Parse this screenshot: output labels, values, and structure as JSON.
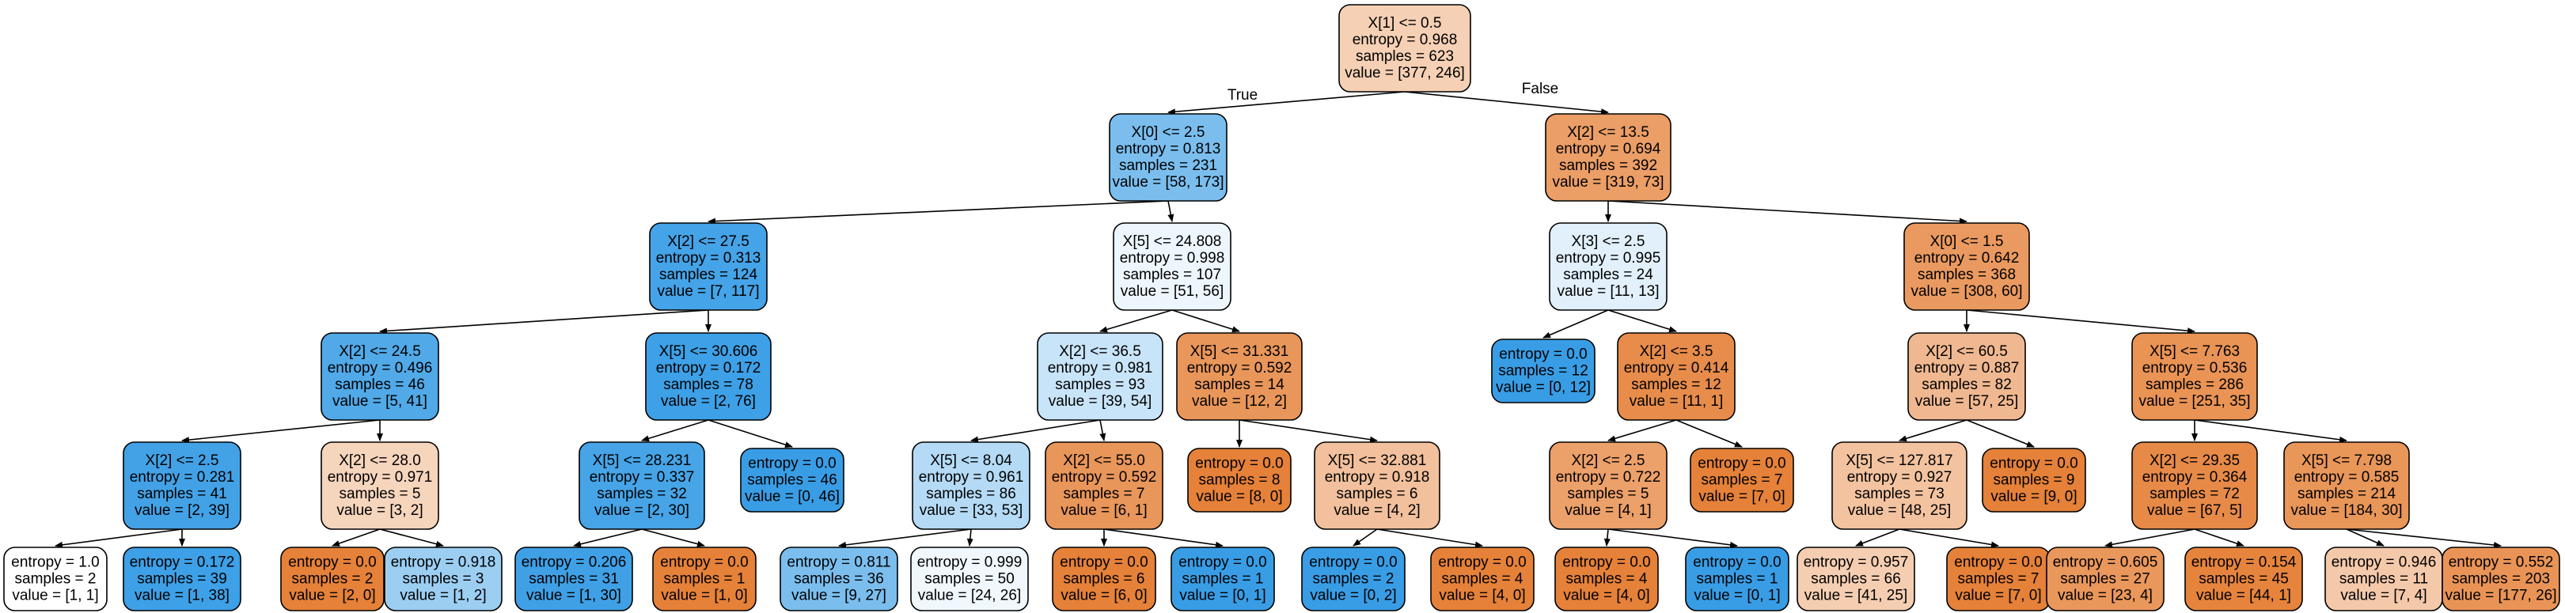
{
  "colors": {
    "class0_dark": "#e58139",
    "class1_dark": "#399de5",
    "neutral": "#ffffff",
    "border": "#000000"
  },
  "branch_labels": {
    "true": "True",
    "false": "False"
  },
  "nodes": [
    {
      "id": 0,
      "lines": [
        "X[1] <= 0.5",
        "entropy = 0.968",
        "samples = 623",
        "value = [377, 246]"
      ],
      "fill": "#f5d0b4"
    },
    {
      "id": 1,
      "lines": [
        "X[0] <= 2.5",
        "entropy = 0.813",
        "samples = 231",
        "value = [58, 173]"
      ],
      "fill": "#7bbeee"
    },
    {
      "id": 2,
      "lines": [
        "X[2] <= 13.5",
        "entropy = 0.694",
        "samples = 392",
        "value = [319, 73]"
      ],
      "fill": "#eb9e66"
    },
    {
      "id": 3,
      "lines": [
        "X[2] <= 27.5",
        "entropy = 0.313",
        "samples = 124",
        "value = [7, 117]"
      ],
      "fill": "#45a3e7"
    },
    {
      "id": 4,
      "lines": [
        "X[5] <= 24.808",
        "entropy = 0.998",
        "samples = 107",
        "value = [51, 56]"
      ],
      "fill": "#edf6fd"
    },
    {
      "id": 5,
      "lines": [
        "X[3] <= 2.5",
        "entropy = 0.995",
        "samples = 24",
        "value = [11, 13]"
      ],
      "fill": "#e1f0fb"
    },
    {
      "id": 6,
      "lines": [
        "X[0] <= 1.5",
        "entropy = 0.642",
        "samples = 368",
        "value = [308, 60]"
      ],
      "fill": "#ea9a60"
    },
    {
      "id": 7,
      "lines": [
        "X[2] <= 24.5",
        "entropy = 0.496",
        "samples = 46",
        "value = [5, 41]"
      ],
      "fill": "#51a9e8"
    },
    {
      "id": 8,
      "lines": [
        "X[5] <= 30.606",
        "entropy = 0.172",
        "samples = 78",
        "value = [2, 76]"
      ],
      "fill": "#3ea0e6"
    },
    {
      "id": 9,
      "lines": [
        "X[2] <= 36.5",
        "entropy = 0.981",
        "samples = 93",
        "value = [39, 54]"
      ],
      "fill": "#c8e4f8"
    },
    {
      "id": 10,
      "lines": [
        "X[5] <= 31.331",
        "entropy = 0.592",
        "samples = 14",
        "value = [12, 2]"
      ],
      "fill": "#e9965a"
    },
    {
      "id": 11,
      "lines": [
        "entropy = 0.0",
        "samples = 12",
        "value = [0, 12]"
      ],
      "fill": "#399de5"
    },
    {
      "id": 12,
      "lines": [
        "X[2] <= 3.5",
        "entropy = 0.414",
        "samples = 12",
        "value = [11, 1]"
      ],
      "fill": "#e78c4b"
    },
    {
      "id": 13,
      "lines": [
        "X[2] <= 60.5",
        "entropy = 0.887",
        "samples = 82",
        "value = [57, 25]"
      ],
      "fill": "#f0b890"
    },
    {
      "id": 14,
      "lines": [
        "X[5] <= 7.763",
        "entropy = 0.536",
        "samples = 286",
        "value = [251, 35]"
      ],
      "fill": "#e99355"
    },
    {
      "id": 15,
      "lines": [
        "X[2] <= 2.5",
        "entropy = 0.281",
        "samples = 41",
        "value = [2, 39]"
      ],
      "fill": "#43a2e6"
    },
    {
      "id": 16,
      "lines": [
        "X[2] <= 28.0",
        "entropy = 0.971",
        "samples = 5",
        "value = [3, 2]"
      ],
      "fill": "#f6d5bd"
    },
    {
      "id": 17,
      "lines": [
        "X[5] <= 28.231",
        "entropy = 0.337",
        "samples = 32",
        "value = [2, 30]"
      ],
      "fill": "#46a4e7"
    },
    {
      "id": 18,
      "lines": [
        "entropy = 0.0",
        "samples = 46",
        "value = [0, 46]"
      ],
      "fill": "#399de5"
    },
    {
      "id": 19,
      "lines": [
        "X[5] <= 8.04",
        "entropy = 0.961",
        "samples = 86",
        "value = [33, 53]"
      ],
      "fill": "#b4daf5"
    },
    {
      "id": 20,
      "lines": [
        "X[2] <= 55.0",
        "entropy = 0.592",
        "samples = 7",
        "value = [6, 1]"
      ],
      "fill": "#e9965a"
    },
    {
      "id": 21,
      "lines": [
        "entropy = 0.0",
        "samples = 8",
        "value = [8, 0]"
      ],
      "fill": "#e58139"
    },
    {
      "id": 22,
      "lines": [
        "X[5] <= 32.881",
        "entropy = 0.918",
        "samples = 6",
        "value = [4, 2]"
      ],
      "fill": "#f2c09c"
    },
    {
      "id": 23,
      "lines": [
        "X[2] <= 2.5",
        "entropy = 0.722",
        "samples = 5",
        "value = [4, 1]"
      ],
      "fill": "#eca06a"
    },
    {
      "id": 24,
      "lines": [
        "entropy = 0.0",
        "samples = 7",
        "value = [7, 0]"
      ],
      "fill": "#e58139"
    },
    {
      "id": 25,
      "lines": [
        "X[5] <= 127.817",
        "entropy = 0.927",
        "samples = 73",
        "value = [48, 25]"
      ],
      "fill": "#f3c3a0"
    },
    {
      "id": 26,
      "lines": [
        "entropy = 0.0",
        "samples = 9",
        "value = [9, 0]"
      ],
      "fill": "#e58139"
    },
    {
      "id": 27,
      "lines": [
        "X[2] <= 29.35",
        "entropy = 0.364",
        "samples = 72",
        "value = [67, 5]"
      ],
      "fill": "#e78a48"
    },
    {
      "id": 28,
      "lines": [
        "X[5] <= 7.798",
        "entropy = 0.585",
        "samples = 214",
        "value = [184, 30]"
      ],
      "fill": "#e99659"
    },
    {
      "id": 29,
      "lines": [
        "entropy = 1.0",
        "samples = 2",
        "value = [1, 1]"
      ],
      "fill": "#ffffff"
    },
    {
      "id": 30,
      "lines": [
        "entropy = 0.172",
        "samples = 39",
        "value = [1, 38]"
      ],
      "fill": "#3ea0e6"
    },
    {
      "id": 31,
      "lines": [
        "entropy = 0.0",
        "samples = 2",
        "value = [2, 0]"
      ],
      "fill": "#e58139"
    },
    {
      "id": 32,
      "lines": [
        "entropy = 0.918",
        "samples = 3",
        "value = [1, 2]"
      ],
      "fill": "#9ccef2"
    },
    {
      "id": 33,
      "lines": [
        "entropy = 0.206",
        "samples = 31",
        "value = [1, 30]"
      ],
      "fill": "#40a0e6"
    },
    {
      "id": 34,
      "lines": [
        "entropy = 0.0",
        "samples = 1",
        "value = [1, 0]"
      ],
      "fill": "#e58139"
    },
    {
      "id": 35,
      "lines": [
        "entropy = 0.811",
        "samples = 36",
        "value = [9, 27]"
      ],
      "fill": "#7bbeee"
    },
    {
      "id": 36,
      "lines": [
        "entropy = 0.999",
        "samples = 50",
        "value = [24, 26]"
      ],
      "fill": "#f0f7fd"
    },
    {
      "id": 37,
      "lines": [
        "entropy = 0.0",
        "samples = 6",
        "value = [6, 0]"
      ],
      "fill": "#e58139"
    },
    {
      "id": 38,
      "lines": [
        "entropy = 0.0",
        "samples = 1",
        "value = [0, 1]"
      ],
      "fill": "#399de5"
    },
    {
      "id": 39,
      "lines": [
        "entropy = 0.0",
        "samples = 2",
        "value = [0, 2]"
      ],
      "fill": "#399de5"
    },
    {
      "id": 40,
      "lines": [
        "entropy = 0.0",
        "samples = 4",
        "value = [4, 0]"
      ],
      "fill": "#e58139"
    },
    {
      "id": 41,
      "lines": [
        "entropy = 0.0",
        "samples = 4",
        "value = [4, 0]"
      ],
      "fill": "#e58139"
    },
    {
      "id": 42,
      "lines": [
        "entropy = 0.0",
        "samples = 1",
        "value = [0, 1]"
      ],
      "fill": "#399de5"
    },
    {
      "id": 43,
      "lines": [
        "entropy = 0.957",
        "samples = 66",
        "value = [41, 25]"
      ],
      "fill": "#f5ceb2"
    },
    {
      "id": 44,
      "lines": [
        "entropy = 0.0",
        "samples = 7",
        "value = [7, 0]"
      ],
      "fill": "#e58139"
    },
    {
      "id": 45,
      "lines": [
        "entropy = 0.605",
        "samples = 27",
        "value = [23, 4]"
      ],
      "fill": "#ea975c"
    },
    {
      "id": 46,
      "lines": [
        "entropy = 0.154",
        "samples = 45",
        "value = [44, 1]"
      ],
      "fill": "#e6843d"
    },
    {
      "id": 47,
      "lines": [
        "entropy = 0.946",
        "samples = 11",
        "value = [7, 4]"
      ],
      "fill": "#f4c9aa"
    },
    {
      "id": 48,
      "lines": [
        "entropy = 0.552",
        "samples = 203",
        "value = [177, 26]"
      ],
      "fill": "#e99456"
    }
  ],
  "edges": [
    [
      0,
      1
    ],
    [
      0,
      2
    ],
    [
      1,
      3
    ],
    [
      1,
      4
    ],
    [
      2,
      5
    ],
    [
      2,
      6
    ],
    [
      3,
      7
    ],
    [
      3,
      8
    ],
    [
      4,
      9
    ],
    [
      4,
      10
    ],
    [
      5,
      11
    ],
    [
      5,
      12
    ],
    [
      6,
      13
    ],
    [
      6,
      14
    ],
    [
      7,
      15
    ],
    [
      7,
      16
    ],
    [
      8,
      17
    ],
    [
      8,
      18
    ],
    [
      9,
      19
    ],
    [
      9,
      20
    ],
    [
      10,
      21
    ],
    [
      10,
      22
    ],
    [
      12,
      23
    ],
    [
      12,
      24
    ],
    [
      13,
      25
    ],
    [
      13,
      26
    ],
    [
      14,
      27
    ],
    [
      14,
      28
    ],
    [
      15,
      29
    ],
    [
      15,
      30
    ],
    [
      16,
      31
    ],
    [
      16,
      32
    ],
    [
      17,
      33
    ],
    [
      17,
      34
    ],
    [
      19,
      35
    ],
    [
      19,
      36
    ],
    [
      20,
      37
    ],
    [
      20,
      38
    ],
    [
      22,
      39
    ],
    [
      22,
      40
    ],
    [
      23,
      41
    ],
    [
      23,
      42
    ],
    [
      25,
      43
    ],
    [
      25,
      44
    ],
    [
      27,
      45
    ],
    [
      27,
      46
    ],
    [
      28,
      47
    ],
    [
      28,
      48
    ]
  ]
}
